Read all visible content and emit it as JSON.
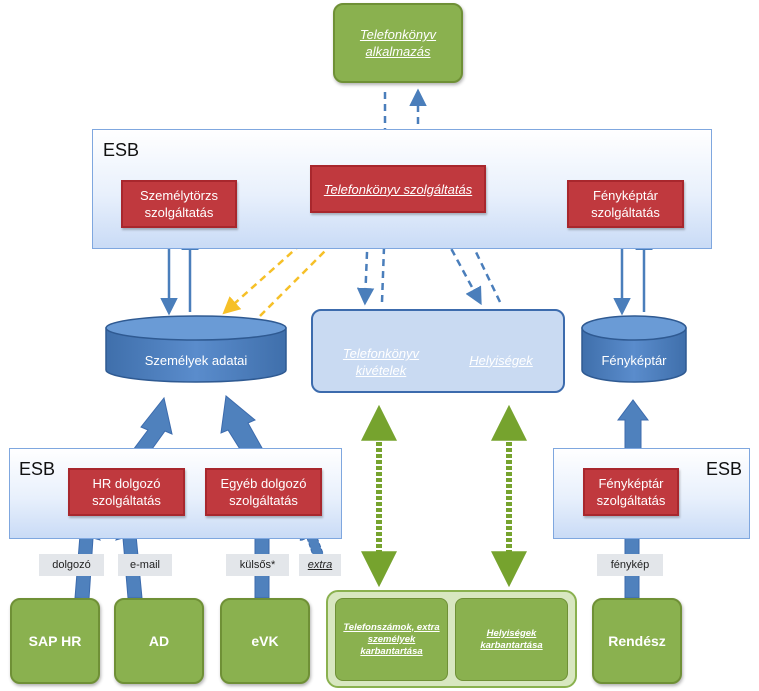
{
  "top_app": {
    "label": "Telefonkönyv alkalmazás"
  },
  "esb_top": {
    "label": "ESB",
    "services": {
      "personnel": "Személytörzs szolgáltatás",
      "phonebook": "Telefonkönyv szolgáltatás",
      "photo": "Fényképtár szolgáltatás"
    }
  },
  "databases": {
    "persons": "Személyek adatai",
    "phonebook_exceptions": "Telefonkönyv kivételek",
    "locations": "Helyiségek",
    "photo_store": "Fényképtár"
  },
  "esb_left": {
    "label": "ESB",
    "services": {
      "hr": "HR dolgozó szolgáltatás",
      "other": "Egyéb dolgozó szolgáltatás"
    }
  },
  "esb_right": {
    "label": "ESB",
    "services": {
      "photo": "Fényképtár szolgáltatás"
    }
  },
  "tags": {
    "dolgozo": "dolgozó",
    "email": "e-mail",
    "kulsos": "külsős*",
    "extra": "extra",
    "fenykep": "fénykép"
  },
  "sources": {
    "sap_hr": "SAP HR",
    "ad": "AD",
    "evk": "eVK",
    "maintenance_phones": "Telefonszámok, extra személyek karbantartása",
    "maintenance_locations": "Helyiségek karbantartása",
    "rendesz": "Rendész"
  },
  "colors": {
    "service_red": "#c0393e",
    "source_green": "#8ab14f",
    "db_blue": "#4f81bd",
    "arrow_blue": "#4a7ebb",
    "arrow_yellow": "#f6c028",
    "arrow_green": "#76a32e"
  }
}
